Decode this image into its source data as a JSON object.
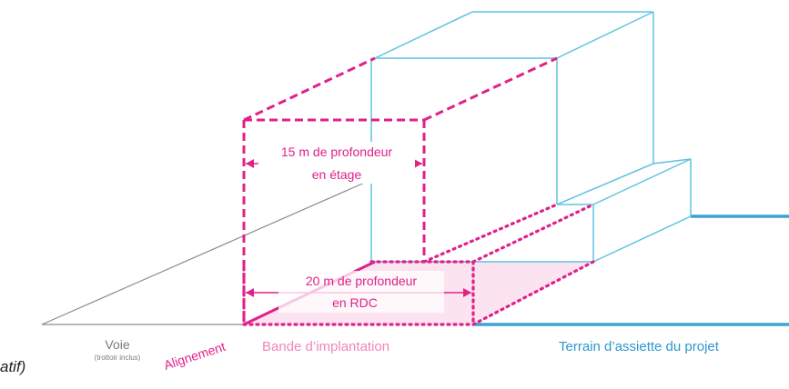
{
  "labels": {
    "depth_floor_line1": "15 m de profondeur",
    "depth_floor_line2": "en étage",
    "depth_ground_line1": "20 m de profondeur",
    "depth_ground_line2": "en RDC",
    "voie": "Voie",
    "voie_sub": "(trottoir inclus)",
    "alignement": "Alignement",
    "bande": "Bande d’implantation",
    "terrain": "Terrain d’assiette du projet",
    "cropped_left": "atif)"
  },
  "colors": {
    "magenta": "#e0218a",
    "pink_label": "#ef86b8",
    "band_fill": "#fbe3ef",
    "building_blue": "#5ec3e0",
    "ground_blue": "#3aa3d4",
    "terrain_text": "#2e97cf",
    "road_gray": "#8c8c8c",
    "voie_text": "#7a7a7a",
    "cropped_text": "#222222"
  }
}
